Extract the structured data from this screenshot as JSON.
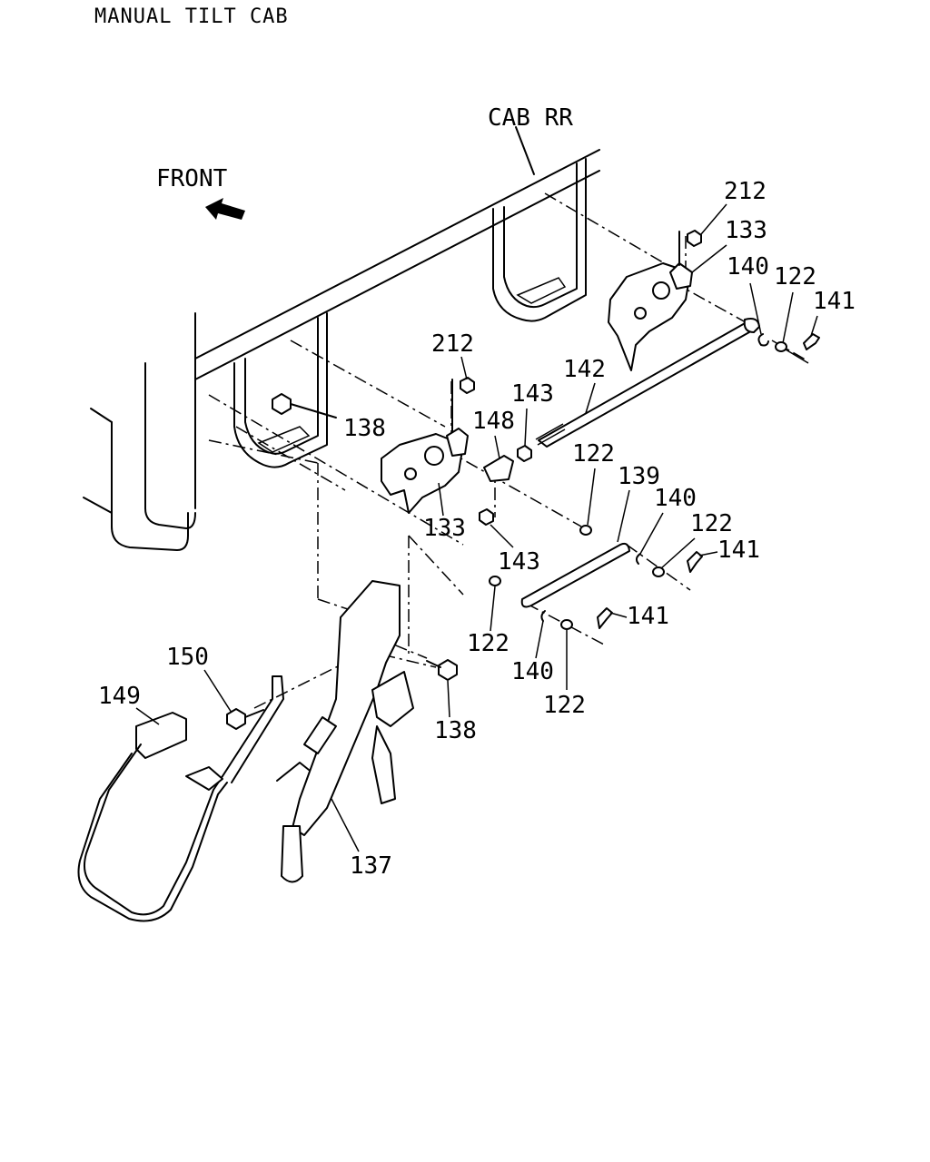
{
  "title": "MANUAL TILT CAB",
  "cab_label": "CAB RR",
  "front_label": "FRONT",
  "callouts": {
    "c212a": "212",
    "c133a": "133",
    "c140a": "140",
    "c122a": "122",
    "c141a": "141",
    "c212b": "212",
    "c142": "142",
    "c143a": "143",
    "c148": "148",
    "c138a": "138",
    "c133b": "133",
    "c143b": "143",
    "c122b": "122",
    "c139": "139",
    "c140b": "140",
    "c122c": "122",
    "c141b": "141",
    "c122d": "122",
    "c141c": "141",
    "c140c": "140",
    "c122e": "122",
    "c150": "150",
    "c149": "149",
    "c138b": "138",
    "c137": "137"
  }
}
